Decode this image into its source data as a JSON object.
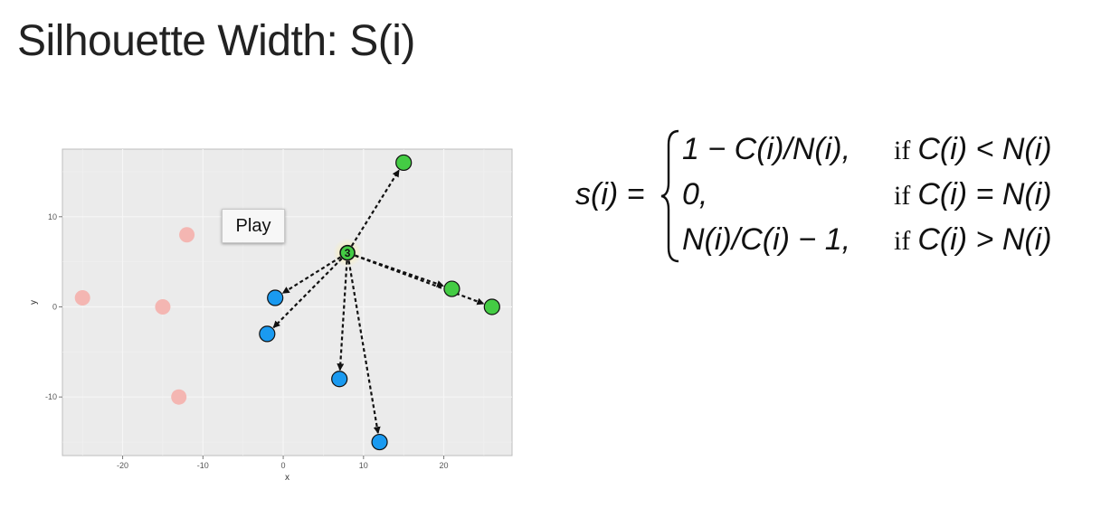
{
  "slide": {
    "title": "Silhouette Width: S(i)"
  },
  "play_button": {
    "label": "Play"
  },
  "chart_data": {
    "type": "scatter",
    "xlabel": "x",
    "ylabel": "y",
    "xlim": [
      -27.5,
      28.5
    ],
    "ylim": [
      -16.5,
      17.5
    ],
    "xticks": [
      -20,
      -10,
      0,
      10,
      20
    ],
    "yticks": [
      -10,
      0,
      10
    ],
    "grid": true,
    "selected": {
      "x": 8,
      "y": 6,
      "label": "3",
      "color": "#44cc44"
    },
    "series": [
      {
        "color": "#f4b6b2",
        "points": [
          [
            -25,
            1
          ],
          [
            -15,
            0
          ],
          [
            -12,
            8
          ],
          [
            -13,
            -10
          ]
        ]
      },
      {
        "color": "#1a9af0",
        "points": [
          [
            -1,
            1
          ],
          [
            -2,
            -3
          ],
          [
            7,
            -8
          ],
          [
            12,
            -15
          ]
        ]
      },
      {
        "color": "#44cc44",
        "points": [
          [
            15,
            16
          ],
          [
            21,
            2
          ],
          [
            26,
            0
          ]
        ]
      }
    ],
    "arrows_from_selected_to": [
      [
        15,
        16
      ],
      [
        21,
        2
      ],
      [
        26,
        0
      ],
      [
        -1,
        1
      ],
      [
        -2,
        -3
      ],
      [
        7,
        -8
      ],
      [
        12,
        -15
      ]
    ]
  },
  "formula": {
    "lhs": "s(i) =",
    "rows": [
      {
        "expr": "1 − C(i)/N(i),",
        "if": "if",
        "cond": "C(i) < N(i)"
      },
      {
        "expr": "0,",
        "if": "if",
        "cond": "C(i) = N(i)"
      },
      {
        "expr": "N(i)/C(i) − 1,",
        "if": "if",
        "cond": "C(i) > N(i)"
      }
    ]
  },
  "colors": {
    "panel_bg": "#ebebeb",
    "grid": "#f6f6f6",
    "cluster_a": "#f4b6b2",
    "cluster_b": "#1a9af0",
    "cluster_c": "#44cc44"
  }
}
